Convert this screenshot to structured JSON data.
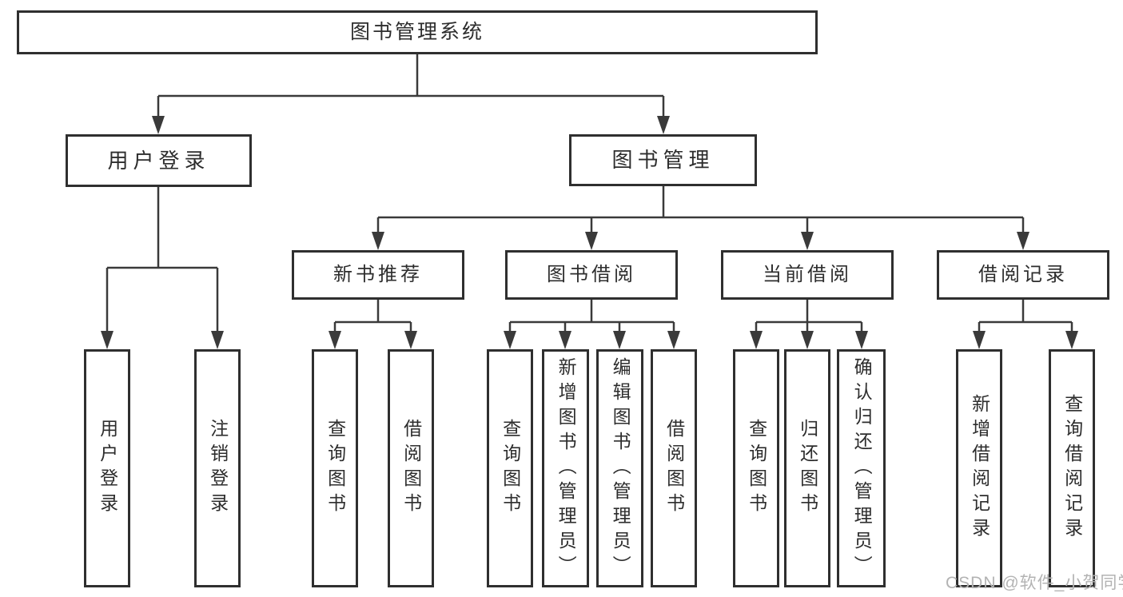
{
  "tree": {
    "root": {
      "label": "图书管理系统"
    },
    "branches": [
      {
        "label": "用户登录",
        "children": [
          "用户登录",
          "注销登录"
        ]
      },
      {
        "label": "图书管理",
        "sections": [
          {
            "label": "新书推荐",
            "children": [
              "查询图书",
              "借阅图书"
            ]
          },
          {
            "label": "图书借阅",
            "children": [
              "查询图书",
              "新增图书（管理员）",
              "编辑图书（管理员）",
              "借阅图书"
            ]
          },
          {
            "label": "当前借阅",
            "children": [
              "查询图书",
              "归还图书",
              "确认归还（管理员）"
            ]
          },
          {
            "label": "借阅记录",
            "children": [
              "新增借阅记录",
              "查询借阅记录"
            ]
          }
        ]
      }
    ]
  },
  "watermark": "CSDN @软件_小贺同学",
  "colors": {
    "line": "#3a3a3a",
    "box_border": "#2f2f2f",
    "text": "#2d2d2d",
    "watermark": "#b3b3b3",
    "background": "#ffffff"
  }
}
